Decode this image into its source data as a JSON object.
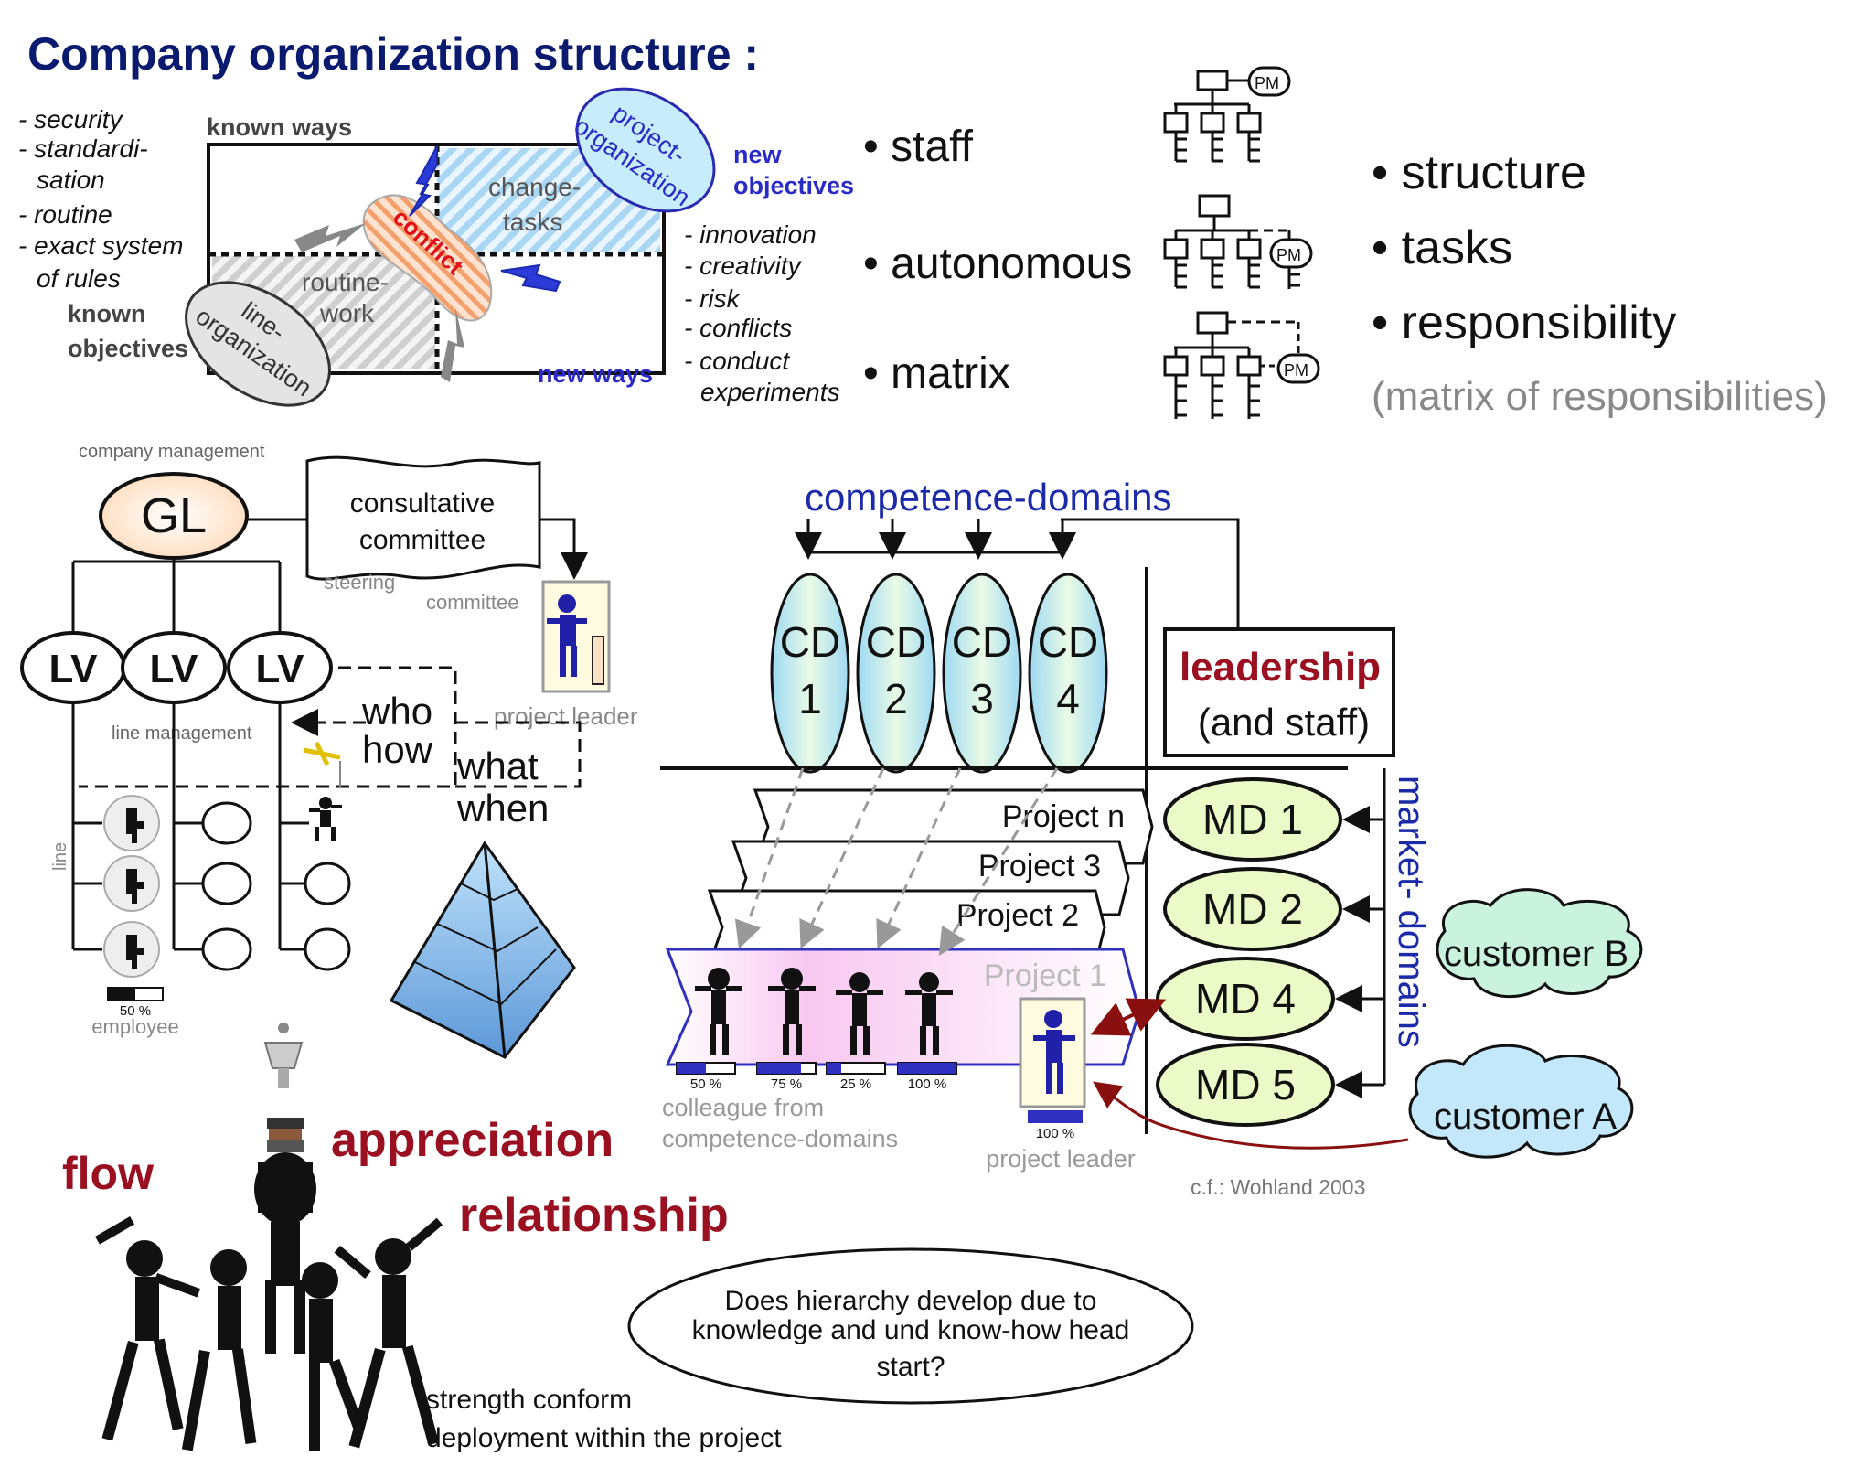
{
  "title": "Company organization structure :",
  "left_list": [
    "- security",
    "- standardi-",
    "sation",
    "- routine",
    "- exact system",
    "of rules"
  ],
  "known_ways": "known ways",
  "known_objectives": [
    "known",
    "objectives"
  ],
  "new_objectives": [
    "new",
    "objectives"
  ],
  "new_ways": "new ways",
  "change_tasks": [
    "change-",
    "tasks"
  ],
  "routine_work": [
    "routine-",
    "work"
  ],
  "conflict": "conflict",
  "project_organization": [
    "project-",
    "organization"
  ],
  "line_organization": [
    "line-",
    "organization"
  ],
  "right_list": [
    "- innovation",
    "- creativity",
    "- risk",
    "- conflicts",
    "- conduct",
    "experiments"
  ],
  "types": [
    "• staff",
    "• autonomous",
    "• matrix"
  ],
  "pm": "PM",
  "aspects": [
    "• structure",
    "• tasks",
    "• responsibility"
  ],
  "aspects_note": "(matrix of responsibilities)",
  "left_diagram": {
    "company_management": "company management",
    "gl": "GL",
    "consultative": [
      "consultative",
      "committee"
    ],
    "steering": "steering",
    "committee": "committee",
    "lv": "LV",
    "line_management": "line management",
    "project_leader": "project leader",
    "who_how": [
      "who",
      "how"
    ],
    "what_when": [
      "what",
      "when"
    ],
    "line": "line",
    "pct50": "50 %",
    "employee": "employee"
  },
  "right_diagram": {
    "competence_domains": "competence-domains",
    "cd_labels": [
      [
        "CD",
        "1"
      ],
      [
        "CD",
        "2"
      ],
      [
        "CD",
        "3"
      ],
      [
        "CD",
        "4"
      ]
    ],
    "leadership": "leadership",
    "and_staff": "(and staff)",
    "projects": [
      "Project n",
      "Project 3",
      "Project 2",
      "Project 1"
    ],
    "md_labels": [
      "MD 1",
      "MD 2",
      "MD 4",
      "MD 5"
    ],
    "market_domains": "market- domains",
    "customer_b": "customer B",
    "customer_a": "customer A",
    "percentages": [
      "50 %",
      "75 %",
      "25 %",
      "100 %"
    ],
    "pl_pct": "100 %",
    "colleague": [
      "colleague from",
      "competence-domains"
    ],
    "project_leader": "project leader",
    "citation": "c.f.: Wohland 2003"
  },
  "bottom": {
    "flow": "flow",
    "appreciation": "appreciation",
    "relationship": "relationship",
    "question": [
      "Does hierarchy develop due to",
      "knowledge and und  know-how head",
      "start?"
    ],
    "strength": [
      "strength conform",
      "deployment within the project"
    ]
  }
}
